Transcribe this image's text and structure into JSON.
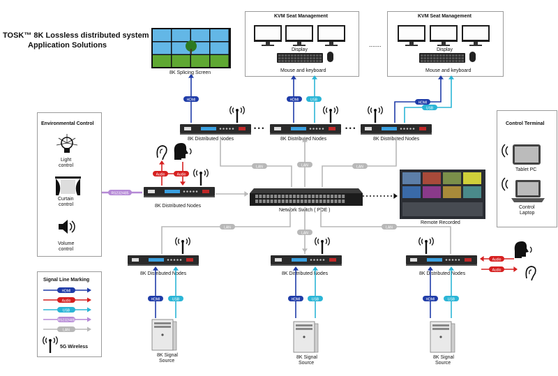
{
  "header": {
    "title_line1": "TOSK™   8K Lossless distributed system",
    "title_line2": "Application    Solutions"
  },
  "splicing_screen": {
    "label": "8K Splicing Screen"
  },
  "kvm_left": {
    "title": "KVM Seat Management",
    "display_label": "Display",
    "input_label": "Mouse and keyboard"
  },
  "kvm_right": {
    "title": "KVM Seat Management",
    "display_label": "Display",
    "input_label": "Mouse and keyboard"
  },
  "kvm_ellipsis": ".......",
  "node_label": "8K Distributed Nodes",
  "node_ellipsis": "• • •",
  "switch_label": "Network Switch ( POE )",
  "remote_label": "Remote Recorded",
  "env_control": {
    "title": "Environmental Control",
    "items": [
      {
        "icon": "light-bulb-icon",
        "label_line1": "Light",
        "label_line2": "control"
      },
      {
        "icon": "curtain-icon",
        "label_line1": "Curtain",
        "label_line2": "control"
      },
      {
        "icon": "speaker-icon",
        "label_line1": "Volume",
        "label_line2": "control"
      }
    ]
  },
  "control_terminal": {
    "title": "Control Terminal",
    "tablet_label": "Tablet PC",
    "laptop_line1": "Control",
    "laptop_line2": "Laptop"
  },
  "signal_legend": {
    "title": "Signal Line Marking",
    "items": [
      {
        "label": "HDMI",
        "color": "#1f3ca8"
      },
      {
        "label": "Audio",
        "color": "#d62020"
      },
      {
        "label": "USB",
        "color": "#2bb5d6"
      },
      {
        "label": "RS232/485",
        "color": "#b589d6"
      },
      {
        "label": "LAN",
        "color": "#b8b8b8"
      }
    ],
    "wireless_label": "5G   Wireless"
  },
  "source": {
    "label_line1": "8K Signal",
    "label_line2": "Source"
  },
  "tags": {
    "hdmi": "HDMI",
    "usb": "USB",
    "audio": "Audio",
    "lan": "LAN",
    "rs232": "RS232/485"
  },
  "colors": {
    "hdmi": "#1f3ca8",
    "audio": "#d62020",
    "usb": "#2bb5d6",
    "rs232": "#b589d6",
    "lan": "#b8b8b8",
    "device": "#1b1b1b"
  }
}
